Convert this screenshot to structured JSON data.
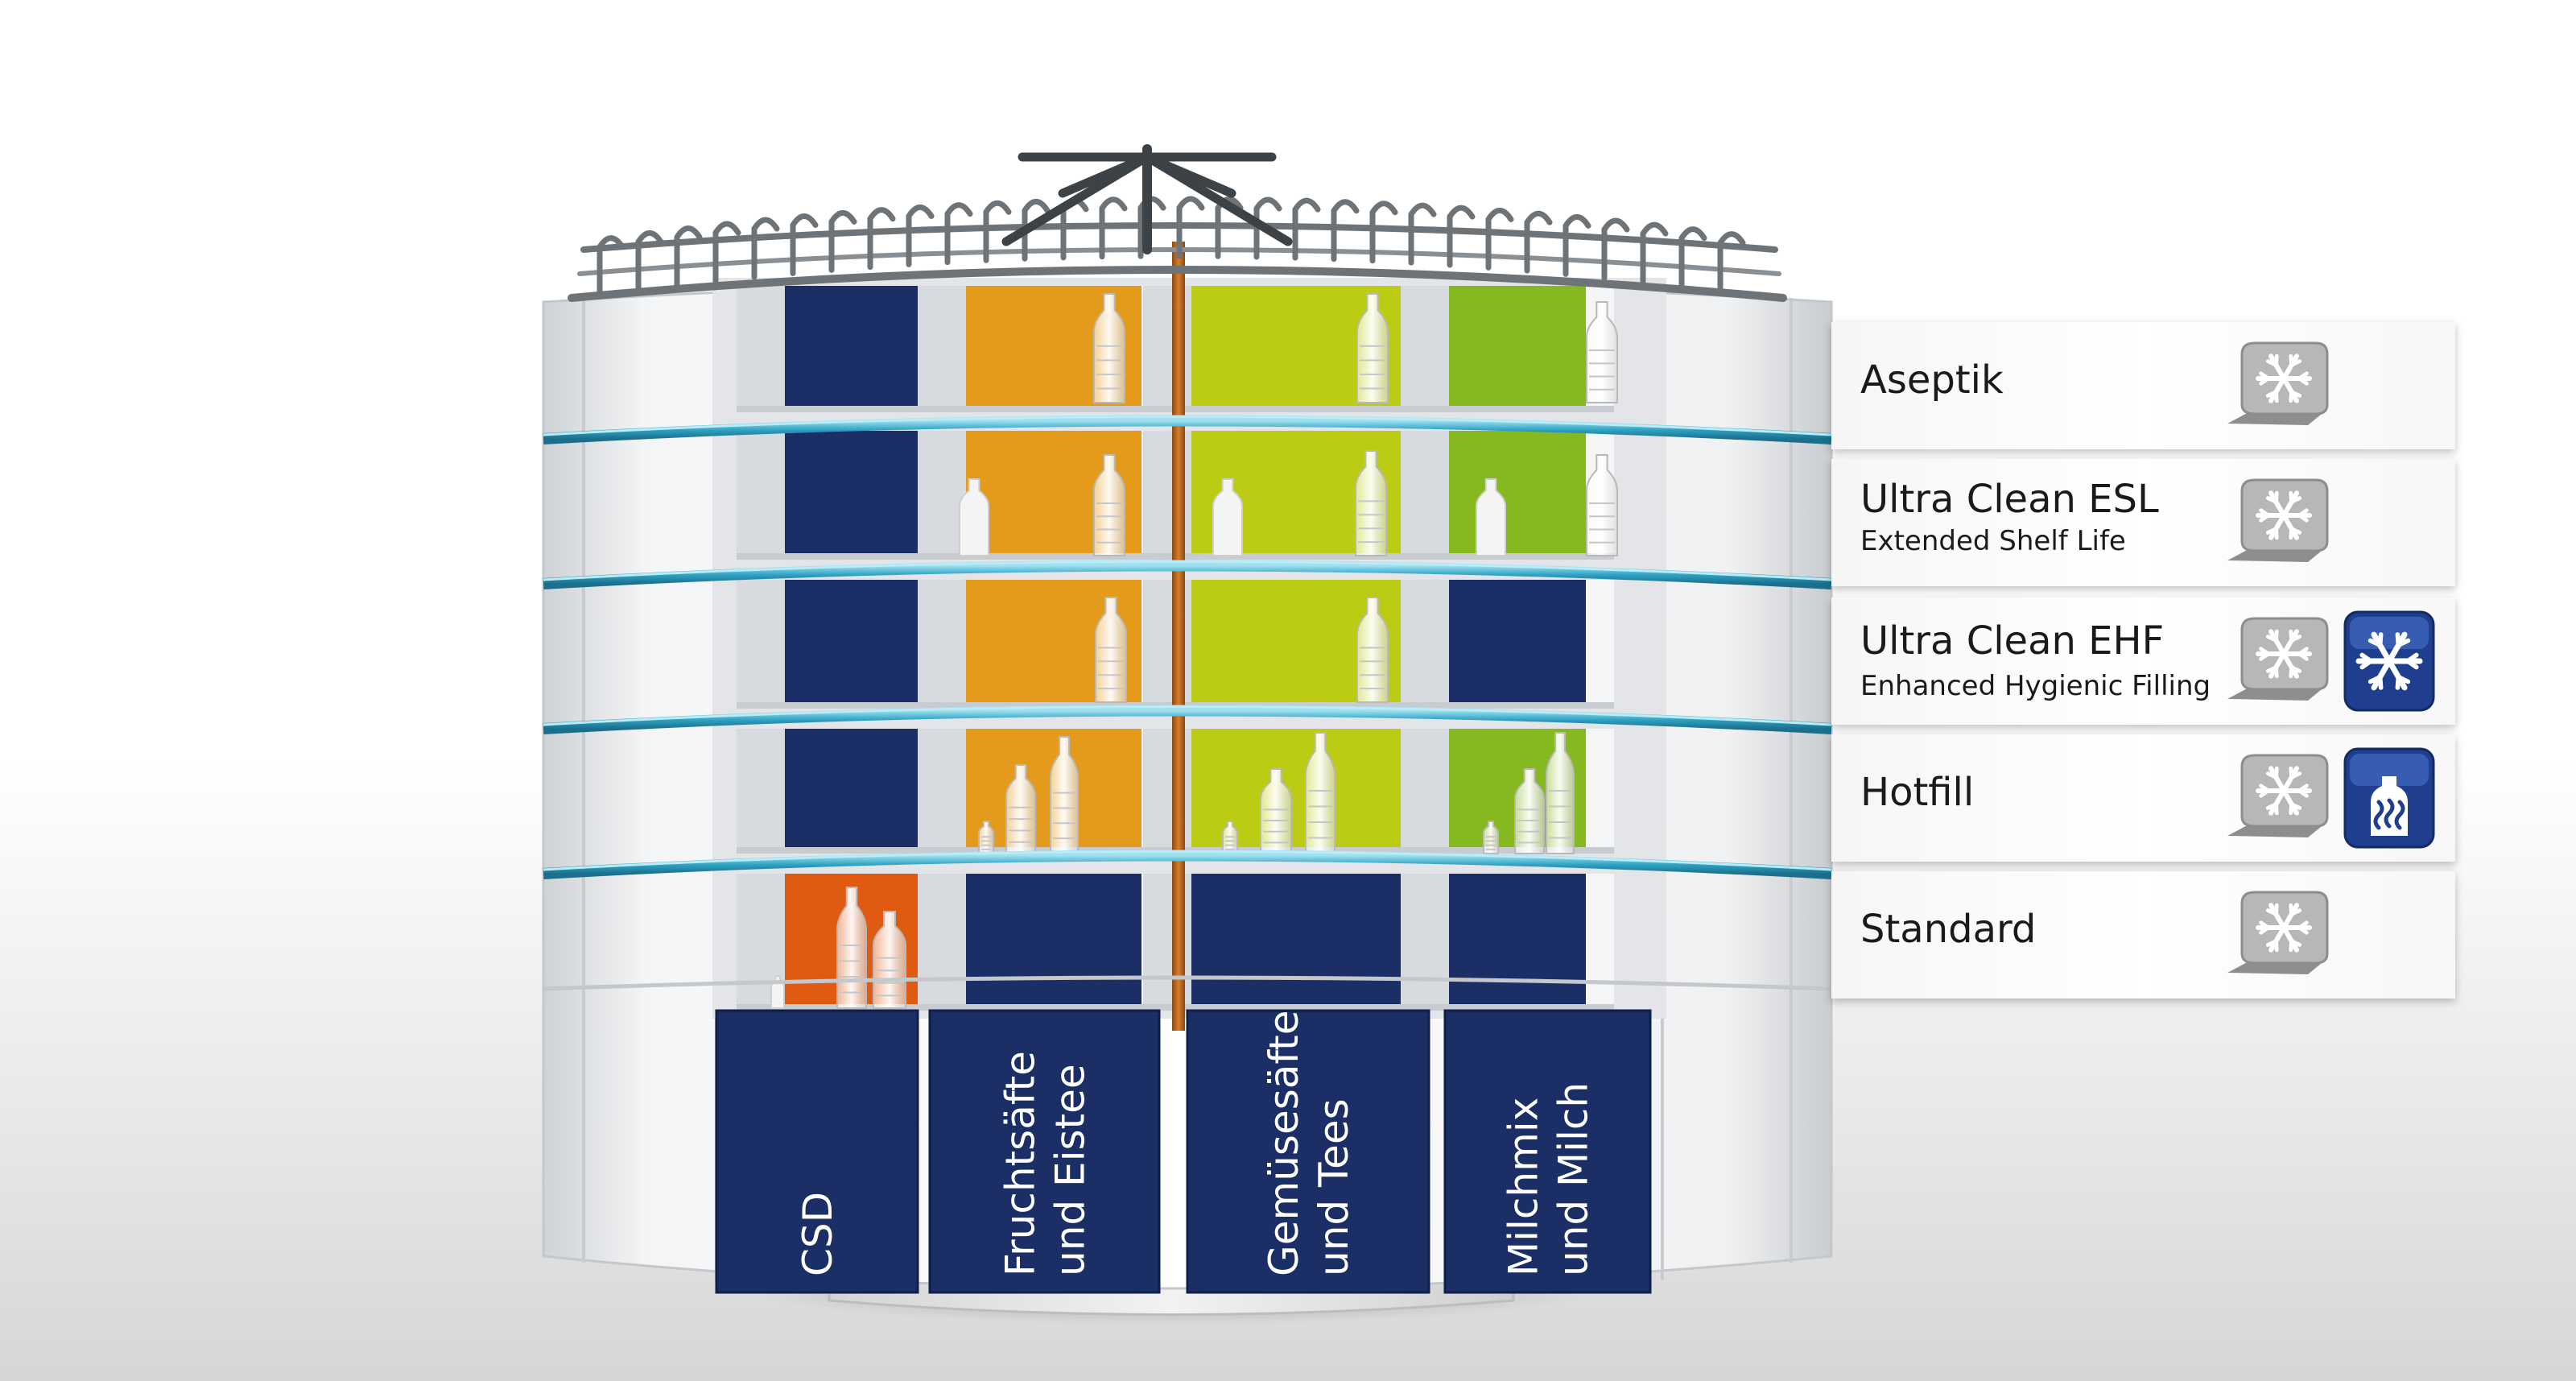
{
  "categories": [
    {
      "lines": [
        "CSD"
      ]
    },
    {
      "lines": [
        "Fruchtsäfte",
        "und Eistee"
      ]
    },
    {
      "lines": [
        "Gemüsesäfte",
        "und Tees"
      ]
    },
    {
      "lines": [
        "Milchmix",
        "und Milch"
      ]
    }
  ],
  "levels": [
    {
      "title": "Aseptik",
      "subtitle": "",
      "icons": [
        "snowflake-gray-icon"
      ]
    },
    {
      "title": "Ultra Clean ESL",
      "subtitle": "Extended Shelf Life",
      "icons": [
        "snowflake-gray-icon"
      ]
    },
    {
      "title": "Ultra Clean EHF",
      "subtitle": "Enhanced Hygienic Filling",
      "icons": [
        "snowflake-gray-icon",
        "snowflake-blue-icon"
      ]
    },
    {
      "title": "Hotfill",
      "subtitle": "",
      "icons": [
        "snowflake-gray-icon",
        "hot-bottle-blue-icon"
      ]
    },
    {
      "title": "Standard",
      "subtitle": "",
      "icons": [
        "snowflake-gray-icon"
      ]
    }
  ],
  "colors": {
    "navy": "#1b2f66",
    "orange": "#e49a1a",
    "lime": "#bccc12",
    "green": "#86b820",
    "red_orange": "#e05a12",
    "ring_cyan": "#3fb4cf",
    "tower_white": "#eceef0"
  }
}
